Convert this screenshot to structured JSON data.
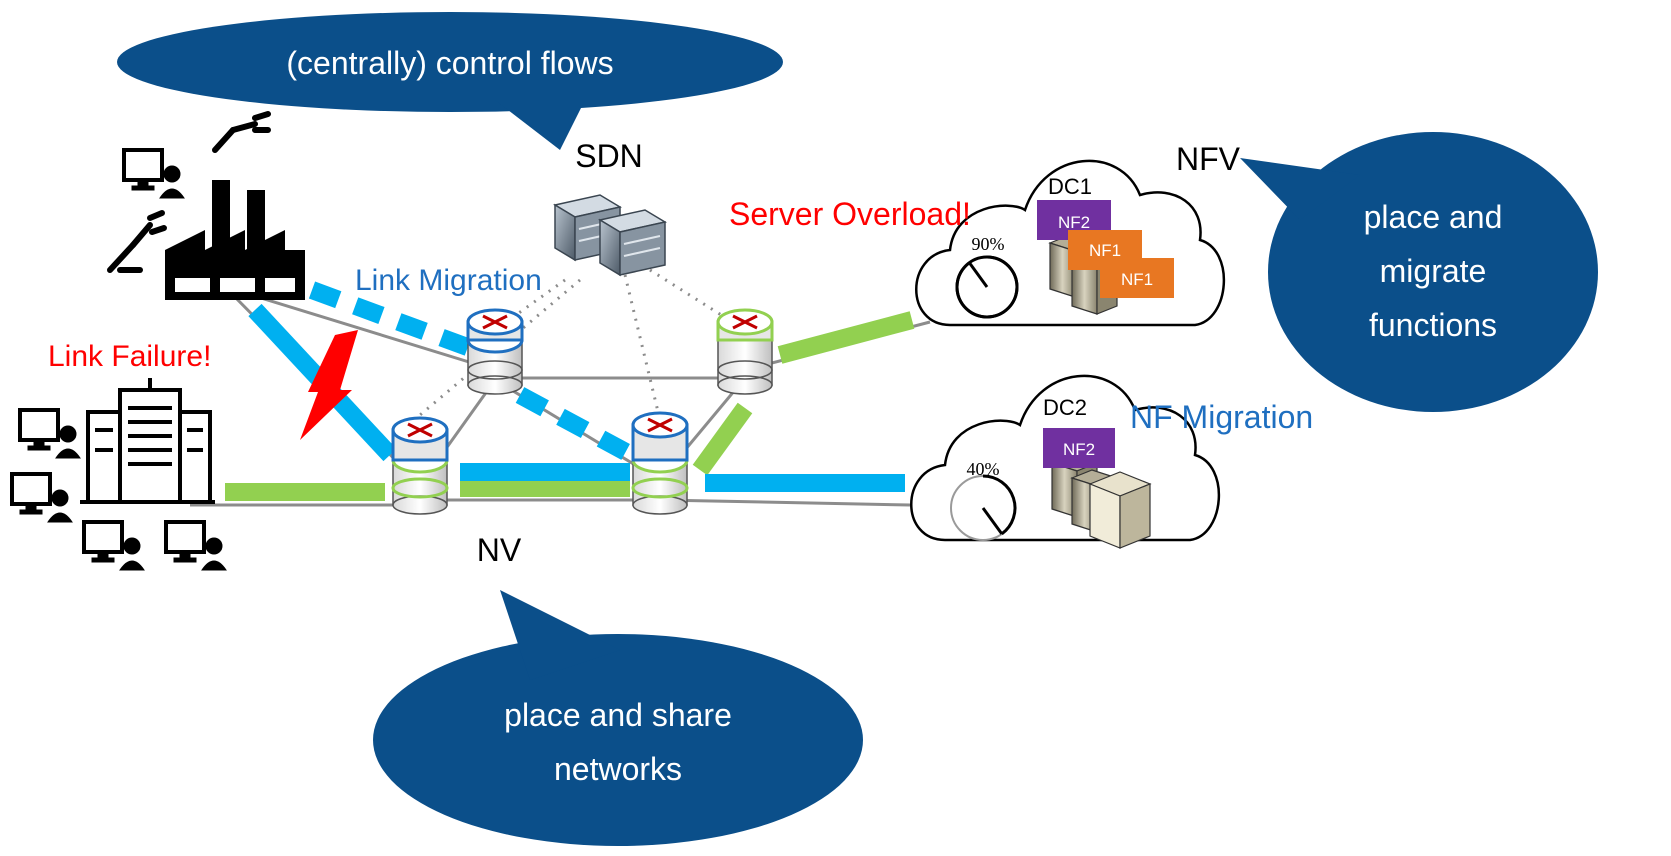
{
  "callouts": {
    "sdn": "(centrally) control flows",
    "nfv_line1": "place and",
    "nfv_line2": "migrate",
    "nfv_line3": "functions",
    "nv_line1": "place and share",
    "nv_line2": "networks"
  },
  "labels": {
    "sdn": "SDN",
    "nfv": "NFV",
    "nv": "NV",
    "link_migration": "Link Migration",
    "link_failure": "Link Failure!",
    "server_overload": "Server Overload!",
    "nf_migration": "NF Migration"
  },
  "datacenters": {
    "dc1": {
      "name": "DC1",
      "load_text": "90%",
      "load": 0.9,
      "functions": [
        "NF2",
        "NF1",
        "NF1"
      ]
    },
    "dc2": {
      "name": "DC2",
      "load_text": "40%",
      "load": 0.4,
      "functions": [
        "NF2"
      ]
    }
  },
  "colors": {
    "callout": "#0b4f8a",
    "alert": "#ff0000",
    "migration": "#1f6fc0",
    "blue_path": "#00b0f0",
    "green_path": "#92d050",
    "nf1": "#e87722",
    "nf2": "#7030a0",
    "link": "#8c8c8c"
  }
}
